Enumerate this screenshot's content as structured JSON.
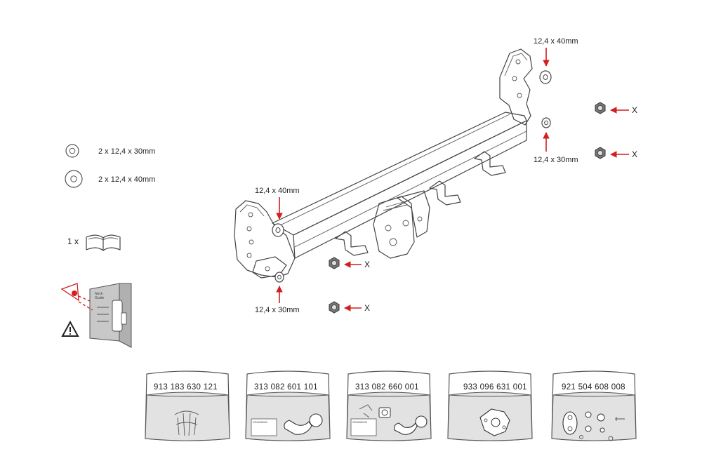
{
  "washers_legend": [
    {
      "icon": "washer-small-icon",
      "label": "2 x 12,4 x 30mm"
    },
    {
      "icon": "washer-large-icon",
      "label": "2 x 12,4 x 40mm"
    }
  ],
  "manual": {
    "count_label": "1 x",
    "icon": "book-icon"
  },
  "warning": {
    "icon": "warning-triangle-icon",
    "booklet_line1": "Neck",
    "booklet_line2": "Guide"
  },
  "callouts": {
    "top_washer_40": "12,4 x 40mm",
    "top_washer_30": "12,4 x 30mm",
    "left_washer_40": "12,4 x 40mm",
    "left_washer_30": "12,4 x 30mm",
    "nut_marker": "X"
  },
  "bags": [
    {
      "number": "913 183 630 121",
      "content_icon": "bolts-icon"
    },
    {
      "number": "313 082 601 101",
      "content_icon": "tow-ball-icon"
    },
    {
      "number": "313 082 660 001",
      "content_icon": "tow-ball-kit-icon"
    },
    {
      "number": "933 096 631 001",
      "content_icon": "socket-plate-icon"
    },
    {
      "number": "921 504 608 008",
      "content_icon": "fasteners-icon"
    }
  ],
  "bag_inner_label": "SS0696000"
}
